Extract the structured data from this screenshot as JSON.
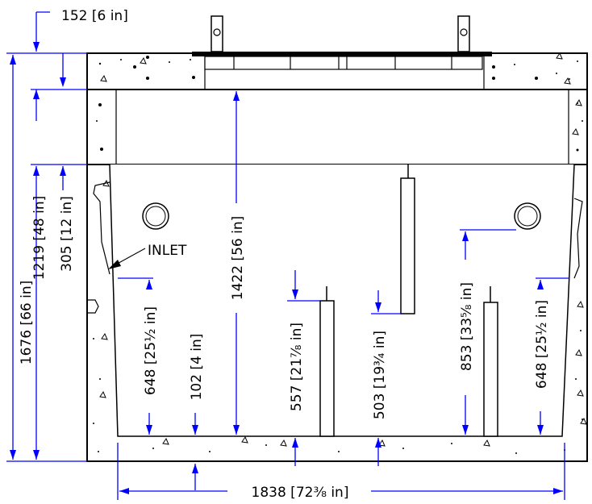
{
  "diagram": {
    "labels": {
      "lid_thickness": "152 [6 in]",
      "overall_height": "1676 [66 in]",
      "inner_height": "1219 [48 in]",
      "upper_section": "305 [12 in]",
      "inlet": "INLET",
      "clear_height": "1422 [56 in]",
      "inlet_invert_left": "648 [25½ in]",
      "floor_offset": "102 [4 in]",
      "baffle_height_1": "557 [21⅞ in]",
      "baffle_height_2": "503 [19¾ in]",
      "outlet_height": "853 [33⅝ in]",
      "inlet_invert_right": "648 [25½ in]",
      "inside_width": "1838 [72⅜ in]"
    },
    "colors": {
      "outline": "#000000",
      "dimension_blue": "#0000ff",
      "fraction_blue": "#0000cc"
    }
  }
}
